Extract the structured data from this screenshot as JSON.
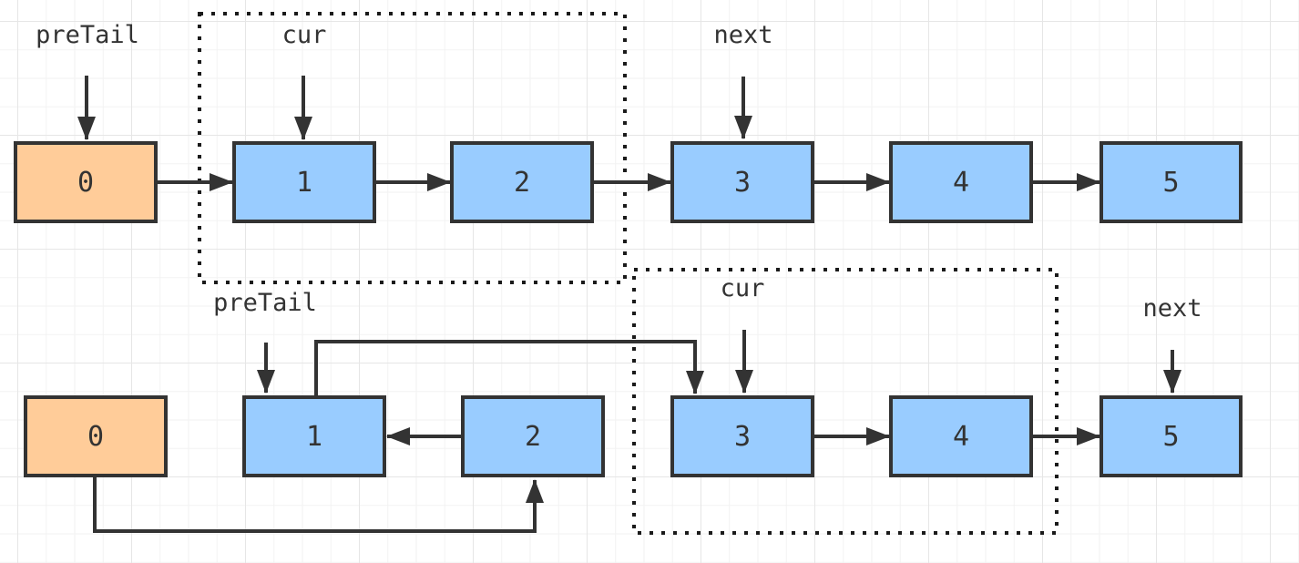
{
  "colors": {
    "background": "#ffffff",
    "grid_minor": "#f2f2f2",
    "grid_major": "#e6e6e6",
    "text": "#333333",
    "node_stroke": "#333333",
    "connector": "#333333",
    "dotted": "#1a1a1a",
    "orange_fill": "#ffcc99",
    "blue_fill": "#99ccff"
  },
  "rows": [
    {
      "pointers": [
        {
          "label": "preTail"
        },
        {
          "label": "cur"
        },
        {
          "label": "next"
        }
      ],
      "nodes": [
        {
          "value": "0"
        },
        {
          "value": "1"
        },
        {
          "value": "2"
        },
        {
          "value": "3"
        },
        {
          "value": "4"
        },
        {
          "value": "5"
        }
      ]
    },
    {
      "pointers": [
        {
          "label": "preTail"
        },
        {
          "label": "cur"
        },
        {
          "label": "next"
        }
      ],
      "nodes": [
        {
          "value": "0"
        },
        {
          "value": "1"
        },
        {
          "value": "2"
        },
        {
          "value": "3"
        },
        {
          "value": "4"
        },
        {
          "value": "5"
        }
      ]
    }
  ]
}
